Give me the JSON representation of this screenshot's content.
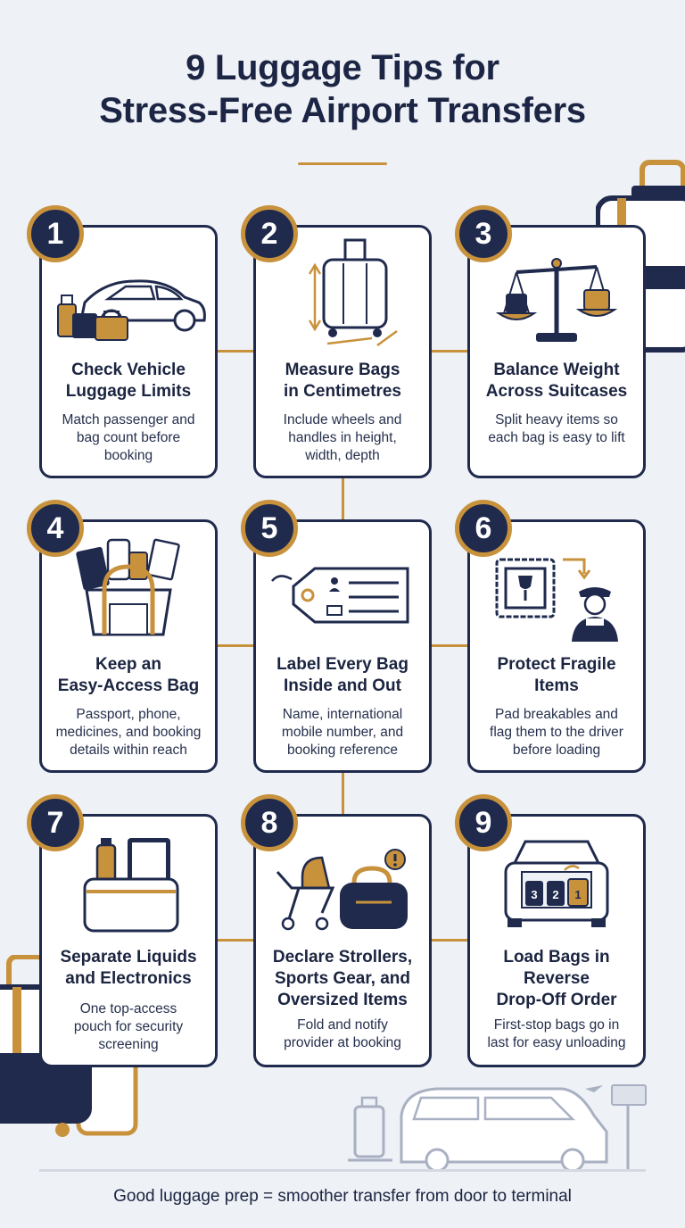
{
  "header": {
    "title_line1": "9 Luggage Tips for",
    "title_line2": "Stress-Free Airport Transfers"
  },
  "colors": {
    "navy": "#1f2a4d",
    "gold": "#c8923d",
    "background": "#eef1f6",
    "card": "#ffffff"
  },
  "tips": [
    {
      "number": "1",
      "icon": "car-with-luggage-icon",
      "title": "Check Vehicle\nLuggage Limits",
      "desc": "Match passenger and\nbag count before\nbooking"
    },
    {
      "number": "2",
      "icon": "suitcase-measure-icon",
      "title": "Measure Bags\nin Centimetres",
      "desc": "Include wheels and\nhandles in height,\nwidth, depth"
    },
    {
      "number": "3",
      "icon": "balance-scale-icon",
      "title": "Balance Weight\nAcross Suitcases",
      "desc": "Split heavy items so\neach bag is easy to lift"
    },
    {
      "number": "4",
      "icon": "tote-bag-icon",
      "title": "Keep an\nEasy-Access Bag",
      "desc": "Passport, phone,\nmedicines, and booking\ndetails within reach"
    },
    {
      "number": "5",
      "icon": "luggage-tag-icon",
      "title": "Label Every Bag\nInside and Out",
      "desc": "Name, international\nmobile number, and\nbooking reference"
    },
    {
      "number": "6",
      "icon": "fragile-driver-icon",
      "title": "Protect Fragile\nItems",
      "desc": "Pad breakables and\nflag them to the driver\nbefore loading"
    },
    {
      "number": "7",
      "icon": "pouch-icon",
      "title": "Separate Liquids\nand Electronics",
      "desc": "One top-access\npouch for security\nscreening"
    },
    {
      "number": "8",
      "icon": "stroller-bag-icon",
      "title": "Declare Strollers,\nSports Gear, and\nOversized Items",
      "desc": "Fold and notify\nprovider at booking"
    },
    {
      "number": "9",
      "icon": "car-trunk-icon",
      "title": "Load Bags in\nReverse\nDrop-Off Order",
      "desc": "First-stop bags go in\nlast for easy unloading"
    }
  ],
  "trunk_bag_numbers": [
    "3",
    "2",
    "1"
  ],
  "footer": {
    "text": "Good luggage prep = smoother transfer from door to terminal"
  }
}
